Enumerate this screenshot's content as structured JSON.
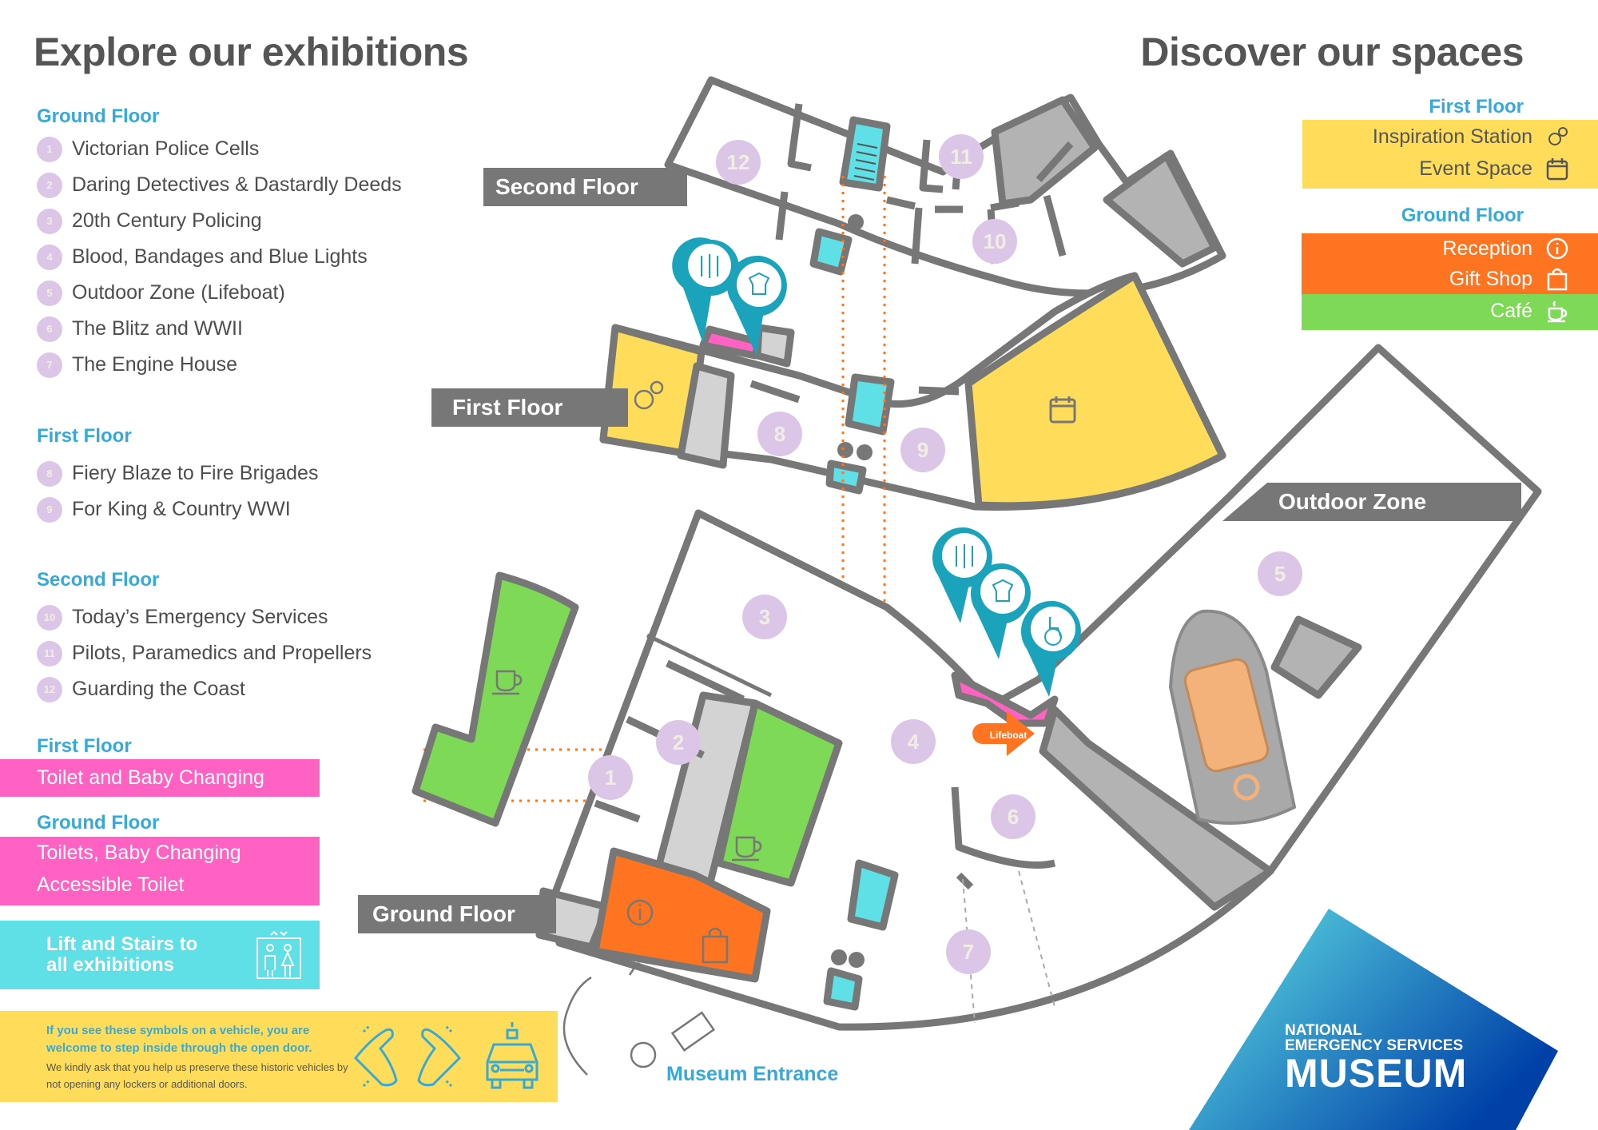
{
  "headings": {
    "left": "Explore our exhibitions",
    "right": "Discover our spaces"
  },
  "exhibitions": {
    "ground_floor": {
      "label": "Ground Floor",
      "items": [
        {
          "num": "1",
          "name": "Victorian Police Cells"
        },
        {
          "num": "2",
          "name": "Daring Detectives & Dastardly Deeds"
        },
        {
          "num": "3",
          "name": "20th Century Policing"
        },
        {
          "num": "4",
          "name": "Blood, Bandages and Blue Lights"
        },
        {
          "num": "5",
          "name": "Outdoor Zone (Lifeboat)"
        },
        {
          "num": "6",
          "name": "The Blitz and WWII"
        },
        {
          "num": "7",
          "name": "The Engine House"
        }
      ]
    },
    "first_floor": {
      "label": "First Floor",
      "items": [
        {
          "num": "8",
          "name": "Fiery Blaze to Fire Brigades"
        },
        {
          "num": "9",
          "name": "For King & Country WWI"
        }
      ]
    },
    "second_floor": {
      "label": "Second Floor",
      "items": [
        {
          "num": "10",
          "name": "Today’s Emergency Services"
        },
        {
          "num": "11",
          "name": "Pilots, Paramedics and Propellers"
        },
        {
          "num": "12",
          "name": "Guarding the Coast"
        }
      ]
    }
  },
  "facilities": {
    "first_floor_label": "First Floor",
    "first_floor_toilet": "Toilet and Baby Changing",
    "ground_floor_label": "Ground Floor",
    "ground_floor_toilets_line1": "Toilets, Baby Changing",
    "ground_floor_toilets_line2": "Accessible Toilet",
    "lift_line1": "Lift and Stairs to",
    "lift_line2": "all exhibitions",
    "lift_icon": "lift-icon"
  },
  "vehicle_note": {
    "headline": "If you see these symbols on a vehicle, you are welcome to step inside through the open door.",
    "body": "We kindly ask that you help us preserve these historic vehicles by not opening any lockers or additional doors.",
    "icons": [
      "open-doors-hands-icon",
      "police-car-icon"
    ]
  },
  "spaces": {
    "first_floor": {
      "label": "First Floor",
      "items": [
        {
          "name": "Inspiration Station",
          "icon": "gears-icon"
        },
        {
          "name": "Event Space",
          "icon": "calendar-icon"
        }
      ]
    },
    "ground_floor": {
      "label": "Ground Floor",
      "items": [
        {
          "name": "Reception",
          "icon": "info-icon"
        },
        {
          "name": "Gift Shop",
          "icon": "shopping-bag-icon"
        },
        {
          "name": "Café",
          "icon": "coffee-cup-icon"
        }
      ]
    }
  },
  "map": {
    "floor_tags": {
      "second": "Second Floor",
      "first": "First Floor",
      "ground": "Ground Floor",
      "outdoor": "Outdoor Zone"
    },
    "room_numbers": [
      "1",
      "2",
      "3",
      "4",
      "5",
      "6",
      "7",
      "8",
      "9",
      "10",
      "11",
      "12"
    ],
    "lifeboat_arrow": "Lifeboat",
    "entrance_label": "Museum Entrance"
  },
  "logo": {
    "line1": "NATIONAL",
    "line2": "EMERGENCY SERVICES",
    "line3": "MUSEUM"
  },
  "colors": {
    "heading": "#555555",
    "floor_label": "#36a9d6",
    "number_badge": "#dcc6e8",
    "toilet_pink": "#ff62c3",
    "lift_cyan": "#5ee0e6",
    "event_yellow": "#ffdd5a",
    "reception_orange": "#ff7420",
    "cafe_green": "#7ed957",
    "pin_teal": "#1ba3bb",
    "wall_grey": "#777777",
    "logo_gradient": [
      "#62e3e6",
      "#0041a8"
    ]
  }
}
